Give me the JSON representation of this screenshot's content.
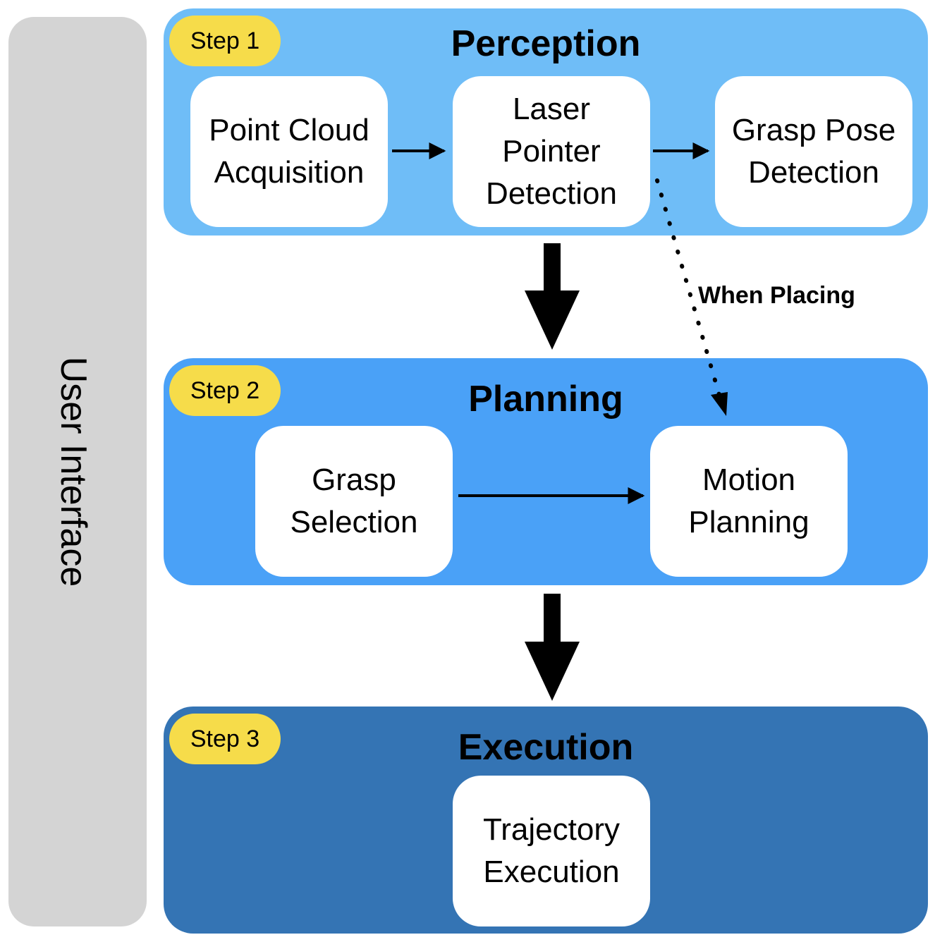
{
  "sidebar": {
    "label": "User Interface"
  },
  "stages": [
    {
      "step": "Step 1",
      "title": "Perception",
      "color": "#6fbdf7",
      "boxes": [
        "Point Cloud\nAcquisition",
        "Laser\nPointer\nDetection",
        "Grasp Pose\nDetection"
      ]
    },
    {
      "step": "Step 2",
      "title": "Planning",
      "color": "#4aa1f7",
      "boxes": [
        "Grasp\nSelection",
        "Motion\nPlanning"
      ]
    },
    {
      "step": "Step 3",
      "title": "Execution",
      "color": "#3474b4",
      "boxes": [
        "Trajectory\nExecution"
      ]
    }
  ],
  "annotation": {
    "dotted_label": "When Placing"
  },
  "colors": {
    "badge": "#f6dc4a",
    "sidebar": "#d4d4d4",
    "box": "#ffffff",
    "arrow": "#000000"
  }
}
